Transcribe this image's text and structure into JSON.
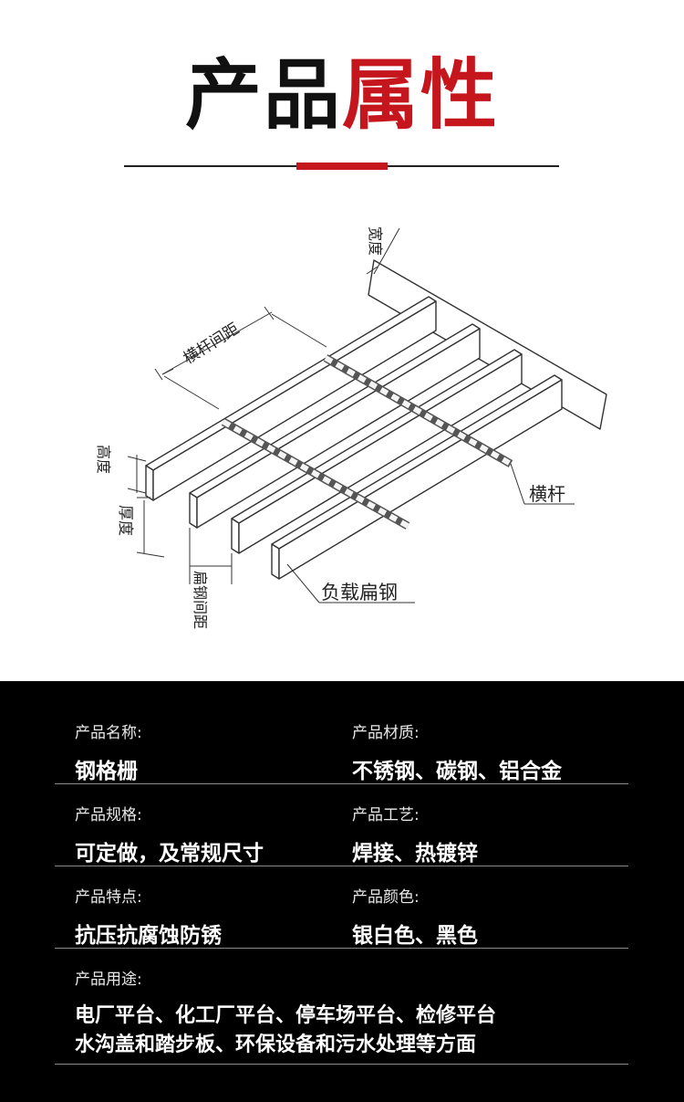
{
  "header": {
    "title_dark": "产品",
    "title_red": "属性",
    "accent_color": "#c4161c"
  },
  "diagram": {
    "labels": {
      "width": "宽度",
      "bar_spacing": "横杆间距",
      "height": "高度",
      "thickness": "厚度",
      "cross_bar": "横杆",
      "flat_spacing": "扁钢间距",
      "load_flat_steel": "负载扁钢"
    }
  },
  "specs": {
    "name": {
      "label": "产品名称:",
      "value": "钢格栅"
    },
    "material": {
      "label": "产品材质:",
      "value": "不锈钢、碳钢、铝合金"
    },
    "size": {
      "label": "产品规格:",
      "value": "可定做，及常规尺寸"
    },
    "process": {
      "label": "产品工艺:",
      "value": "焊接、热镀锌"
    },
    "feature": {
      "label": "产品特点:",
      "value": "抗压抗腐蚀防锈"
    },
    "color": {
      "label": "产品颜色:",
      "value": "银白色、黑色"
    },
    "usage": {
      "label": "产品用途:",
      "line1": "电厂平台、化工厂平台、停车场平台、检修平台",
      "line2": "水沟盖和踏步板、环保设备和污水处理等方面"
    }
  }
}
